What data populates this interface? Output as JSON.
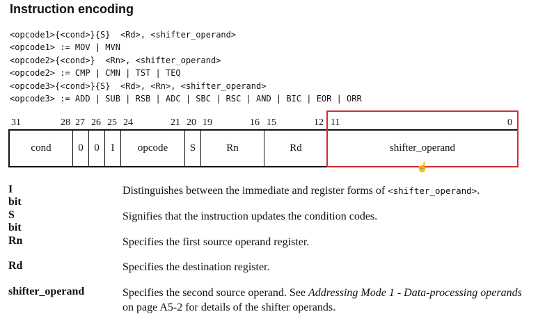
{
  "section": {
    "title": "Instruction encoding"
  },
  "syntax_lines": [
    "<opcode1>{<cond>}{S}  <Rd>, <shifter_operand>",
    "<opcode1> := MOV | MVN",
    "<opcode2>{<cond>}  <Rn>, <shifter_operand>",
    "<opcode2> := CMP | CMN | TST | TEQ",
    "<opcode3>{<cond>}{S}  <Rd>, <Rn>, <shifter_operand>",
    "<opcode3> := ADD | SUB | RSB | ADC | SBC | RSC | AND | BIC | EOR | ORR"
  ],
  "bit_numbers": [
    "31",
    "28",
    "27",
    "26",
    "25",
    "24",
    "21",
    "20",
    "19",
    "16",
    "15",
    "12",
    "11",
    "0"
  ],
  "fields": {
    "cond": "cond",
    "zero_a": "0",
    "zero_b": "0",
    "i": "I",
    "opcode": "opcode",
    "s": "S",
    "rn": "Rn",
    "rd": "Rd",
    "shifter": "shifter_operand"
  },
  "highlight_color": "#d22b33",
  "definitions": {
    "i_bit": {
      "term": "I bit",
      "desc_pre": "Distinguishes between the immediate and register forms of ",
      "desc_code": "<shifter_operand>",
      "desc_post": "."
    },
    "s_bit": {
      "term": "S bit",
      "desc": "Signifies that the instruction updates the condition codes."
    },
    "rn": {
      "term": "Rn",
      "desc": "Specifies the first source operand register."
    },
    "rd": {
      "term": "Rd",
      "desc": "Specifies the destination register."
    },
    "shifter_operand": {
      "term": "shifter_operand",
      "desc_pre": "Specifies the second source operand. See ",
      "desc_em": "Addressing Mode 1 - Data-processing operands",
      "desc_post": " on page A5-2 for details of the shifter operands."
    }
  }
}
